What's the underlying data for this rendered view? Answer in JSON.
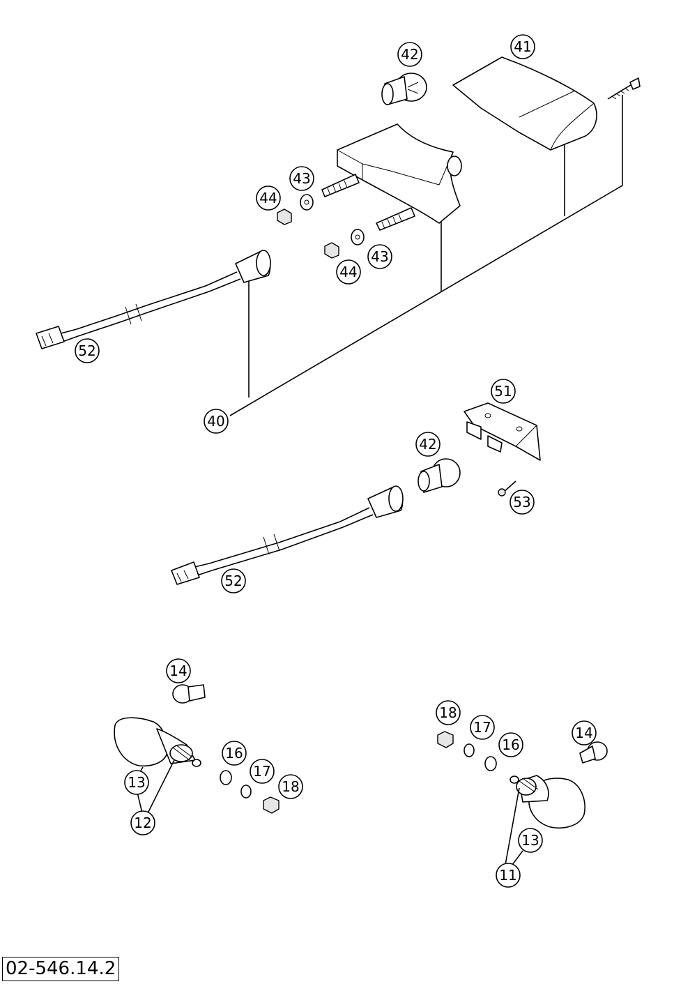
{
  "document_id": "02-546.14.2",
  "callouts": {
    "c41": "41",
    "c42a": "42",
    "c43a": "43",
    "c44a": "44",
    "c43b": "43",
    "c44b": "44",
    "c52a": "52",
    "c40": "40",
    "c51": "51",
    "c42b": "42",
    "c53": "53",
    "c52b": "52",
    "c14a": "14",
    "c13a": "13",
    "c12": "12",
    "c16a": "16",
    "c17a": "17",
    "c18a": "18",
    "c18b": "18",
    "c17b": "17",
    "c16b": "16",
    "c14b": "14",
    "c13b": "13",
    "c11": "11"
  }
}
